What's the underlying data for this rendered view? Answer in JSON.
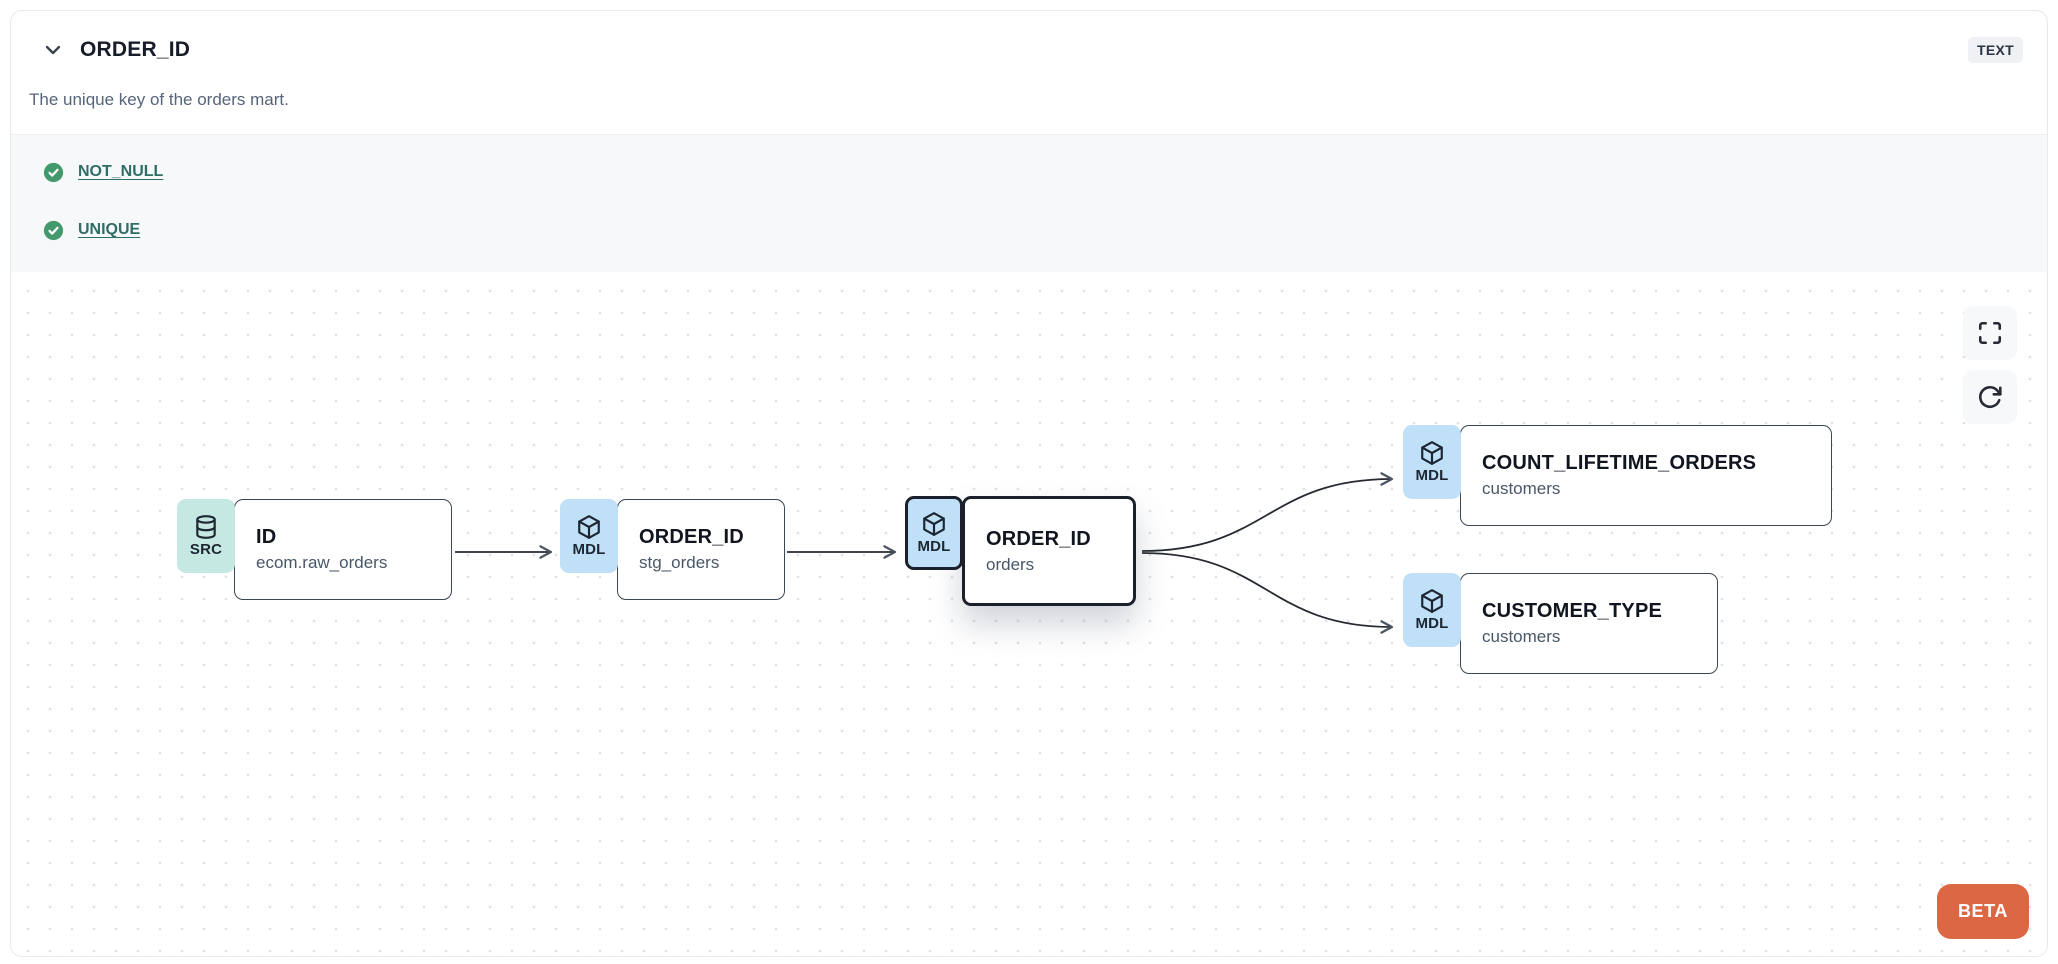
{
  "header": {
    "title": "ORDER_ID",
    "type_badge": "TEXT",
    "description": "The unique key of the orders mart."
  },
  "tests": {
    "items": [
      {
        "label": "NOT_NULL",
        "status": "pass"
      },
      {
        "label": "UNIQUE",
        "status": "pass"
      }
    ]
  },
  "lineage": {
    "beta_label": "BETA",
    "nodes": [
      {
        "type": "SRC",
        "icon": "database-icon",
        "title": "ID",
        "subtitle": "ecom.raw_orders",
        "highlighted": false
      },
      {
        "type": "MDL",
        "icon": "model-cube-icon",
        "title": "ORDER_ID",
        "subtitle": "stg_orders",
        "highlighted": false
      },
      {
        "type": "MDL",
        "icon": "model-cube-icon",
        "title": "ORDER_ID",
        "subtitle": "orders",
        "highlighted": true
      },
      {
        "type": "MDL",
        "icon": "model-cube-icon",
        "title": "COUNT_LIFETIME_ORDERS",
        "subtitle": "customers",
        "highlighted": false
      },
      {
        "type": "MDL",
        "icon": "model-cube-icon",
        "title": "CUSTOMER_TYPE",
        "subtitle": "customers",
        "highlighted": false
      }
    ],
    "edges": [
      {
        "from": "ID (ecom.raw_orders)",
        "to": "ORDER_ID (stg_orders)"
      },
      {
        "from": "ORDER_ID (stg_orders)",
        "to": "ORDER_ID (orders)"
      },
      {
        "from": "ORDER_ID (orders)",
        "to": "COUNT_LIFETIME_ORDERS (customers)"
      },
      {
        "from": "ORDER_ID (orders)",
        "to": "CUSTOMER_TYPE (customers)"
      }
    ]
  },
  "colors": {
    "accent_orange": "#dc6743",
    "test_pass_green": "#43996b",
    "link_teal": "#2e6e66",
    "src_badge": "#c5e8e2",
    "mdl_badge": "#bfe0f7",
    "node_border": "#3d4654",
    "highlight_border": "#1b212c"
  }
}
